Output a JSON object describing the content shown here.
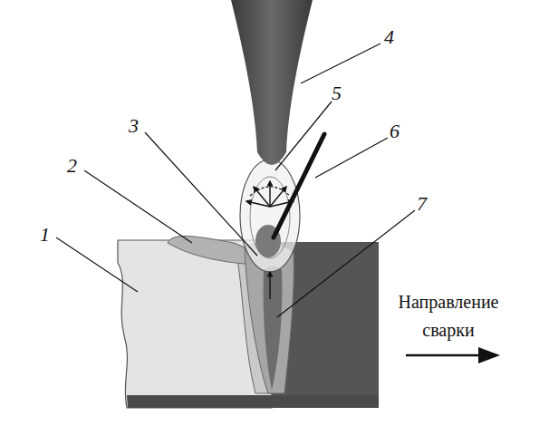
{
  "diagram": {
    "labels": [
      "1",
      "2",
      "3",
      "4",
      "5",
      "6",
      "7",
      "Направление сварки"
    ]
  }
}
